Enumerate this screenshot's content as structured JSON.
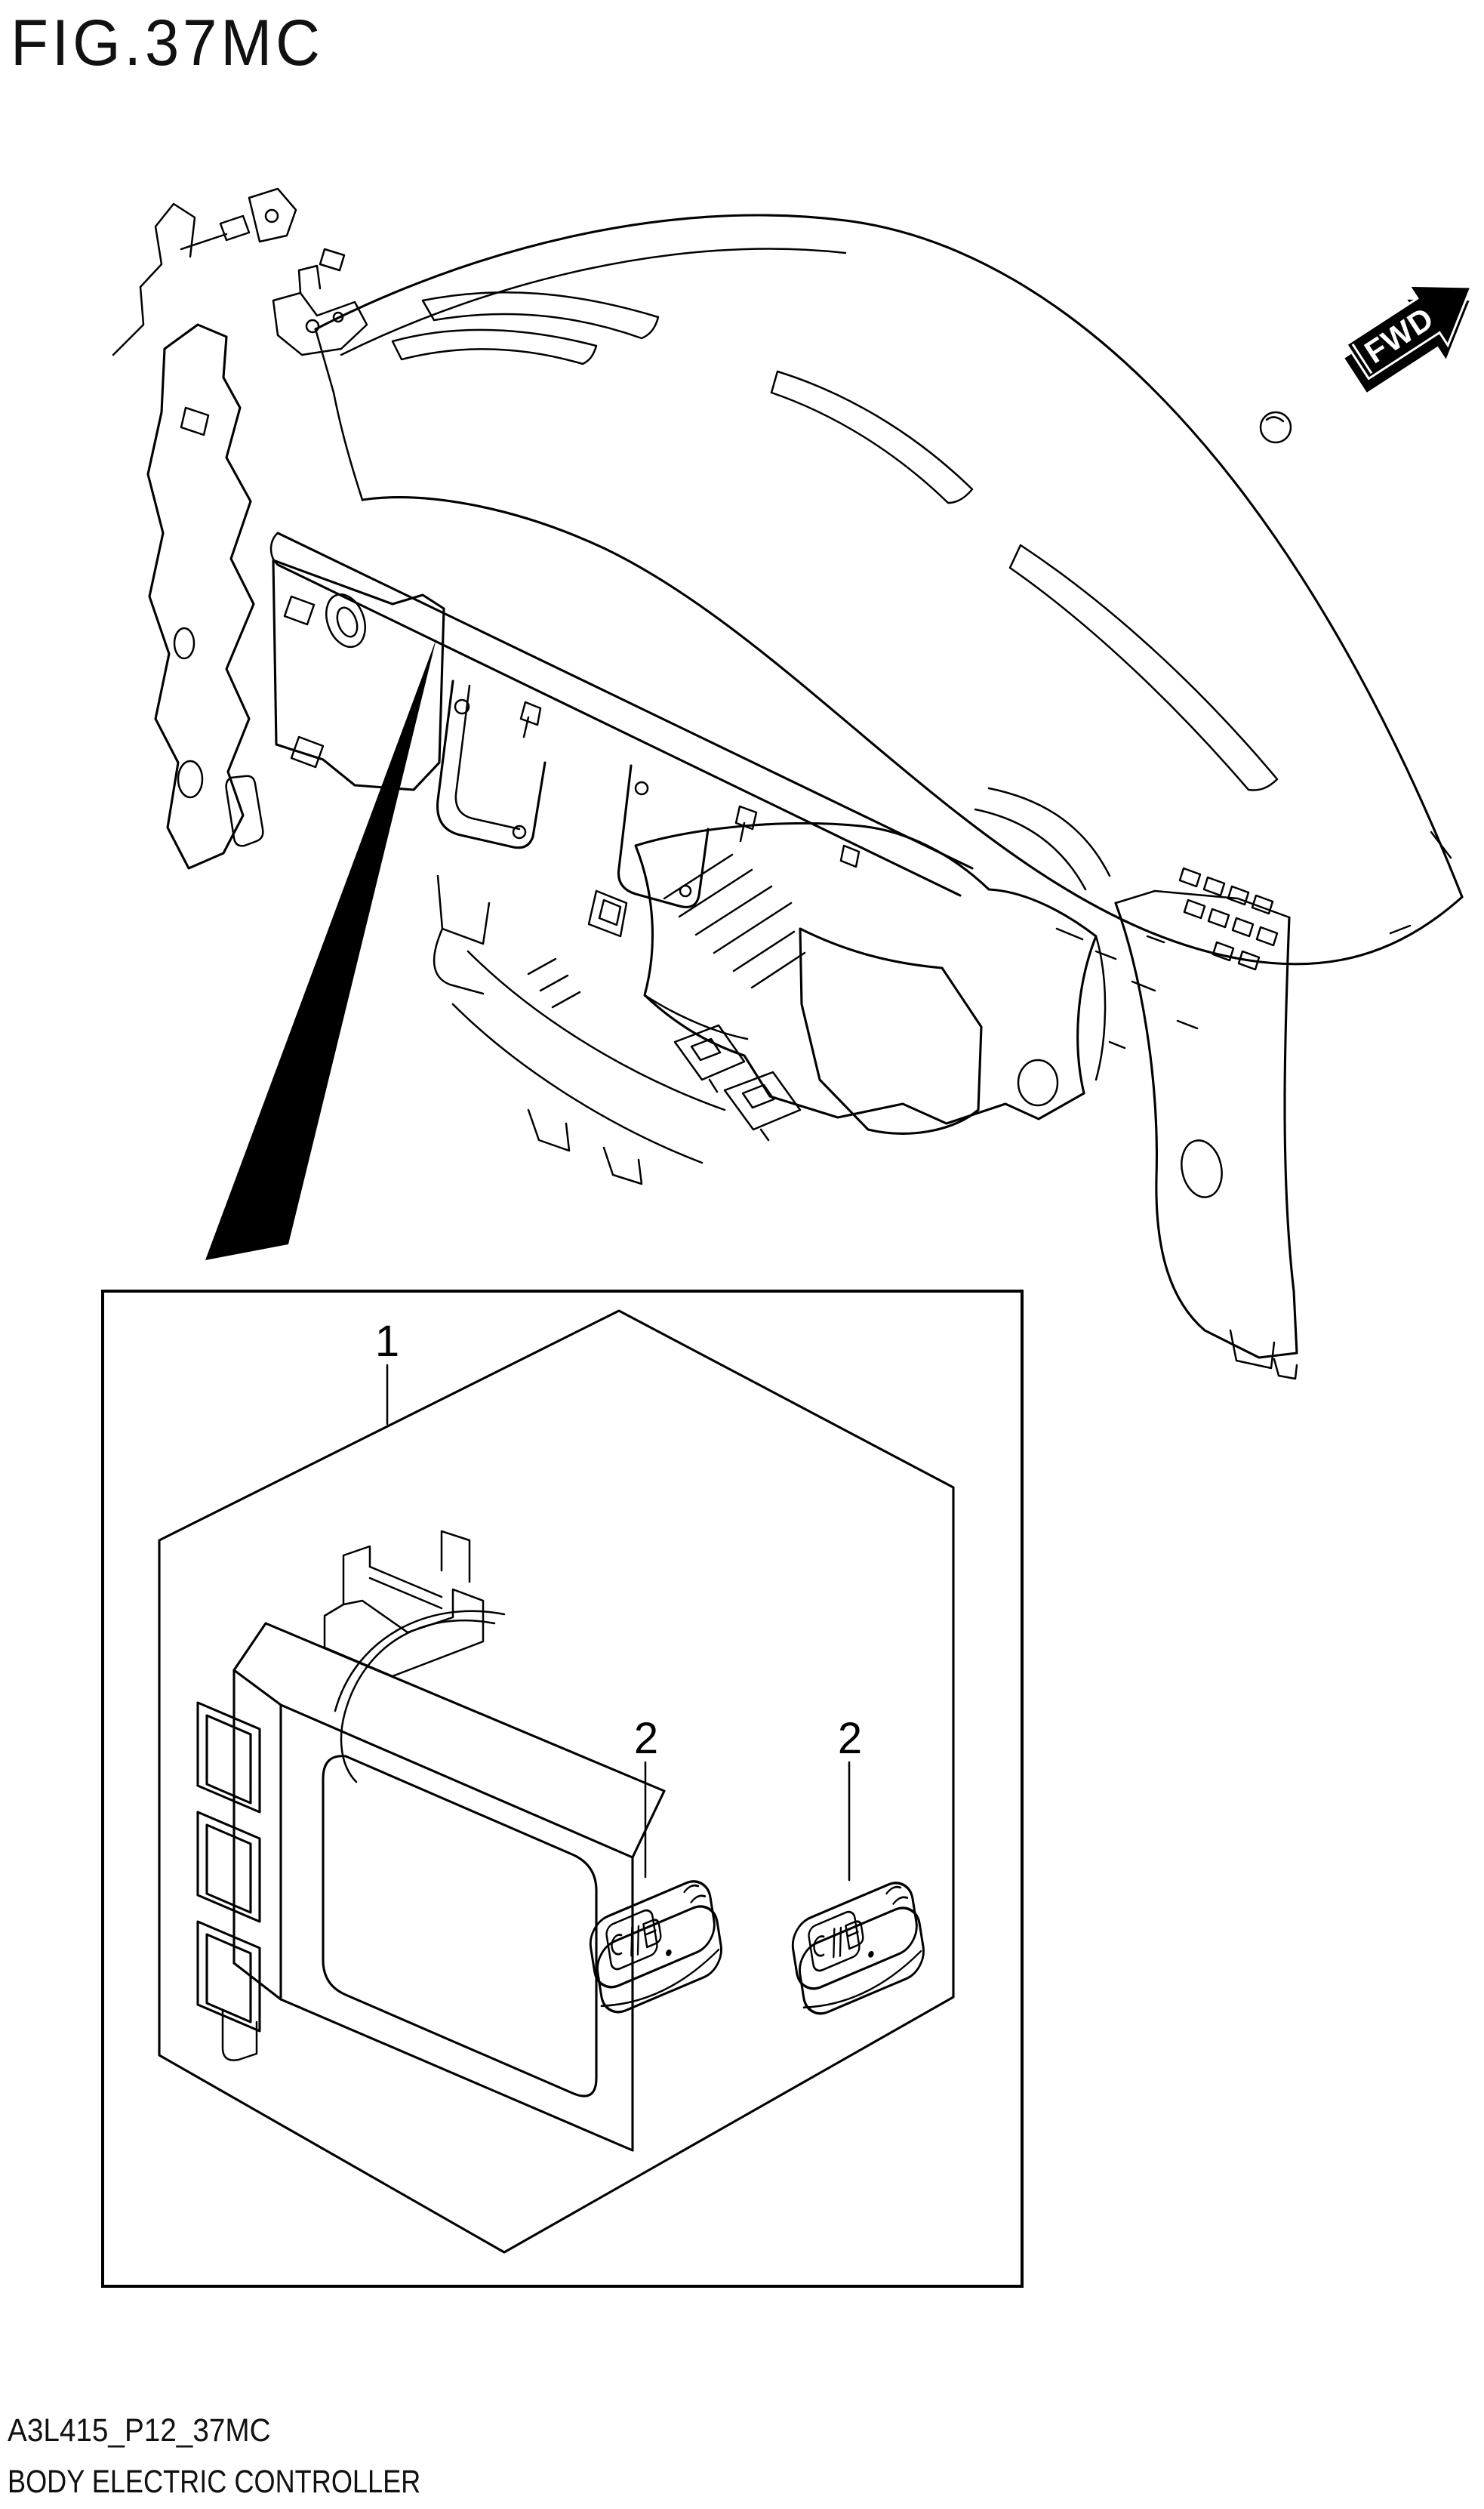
{
  "figure": {
    "title": "FIG.37MC"
  },
  "direction_indicator": {
    "label": "FWD"
  },
  "callout_box": {
    "part_labels": {
      "controller": "1",
      "remote_key_left": "2",
      "remote_key_right": "2"
    }
  },
  "footer": {
    "drawing_code": "A3L415_P12_37MC",
    "part_name": "BODY ELECTRIC CONTROLLER"
  },
  "colors": {
    "line": "#000000",
    "background": "#ffffff",
    "arrow_fill": "#000000",
    "arrow_text": "#ffffff"
  }
}
